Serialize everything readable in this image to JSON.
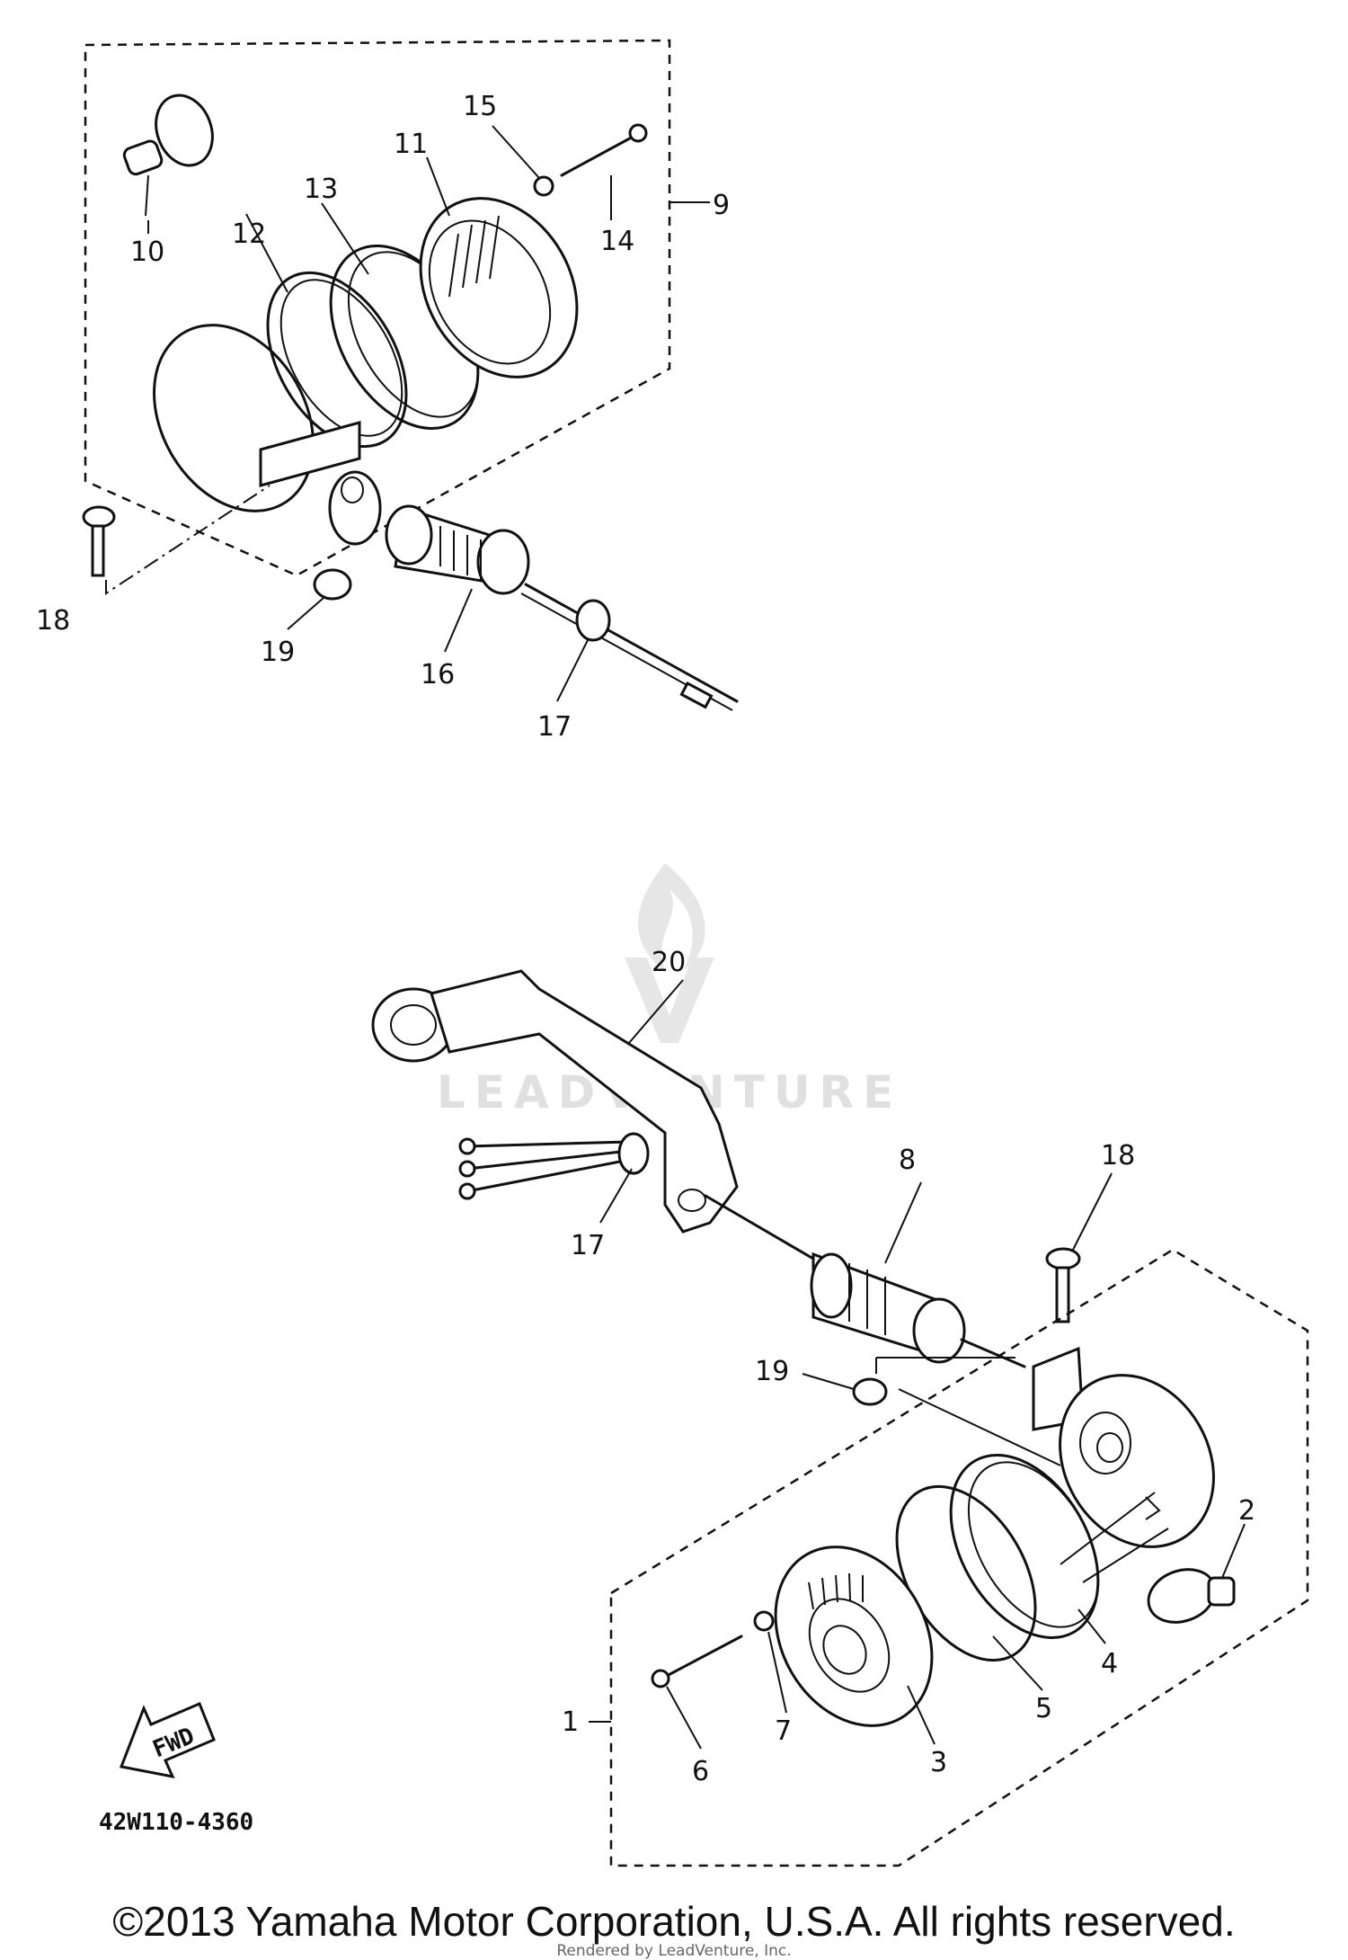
{
  "diagram": {
    "callouts": {
      "c1": "1",
      "c2": "2",
      "c3": "3",
      "c4": "4",
      "c5": "5",
      "c6": "6",
      "c7": "7",
      "c8": "8",
      "c9": "9",
      "c10": "10",
      "c11": "11",
      "c12": "12",
      "c13": "13",
      "c14": "14",
      "c15": "15",
      "c16": "16",
      "c17a": "17",
      "c17b": "17",
      "c18a": "18",
      "c18b": "18",
      "c19a": "19",
      "c19b": "19",
      "c20": "20"
    },
    "fwd_arrow_label": "FWD",
    "drawing_code": "42W110-4360"
  },
  "watermark": {
    "brand": "LEADVENTURE"
  },
  "footer": {
    "copyright": "©2013 Yamaha Motor Corporation, U.S.A. All rights reserved.",
    "rendered_by": "Rendered by LeadVenture, Inc."
  }
}
